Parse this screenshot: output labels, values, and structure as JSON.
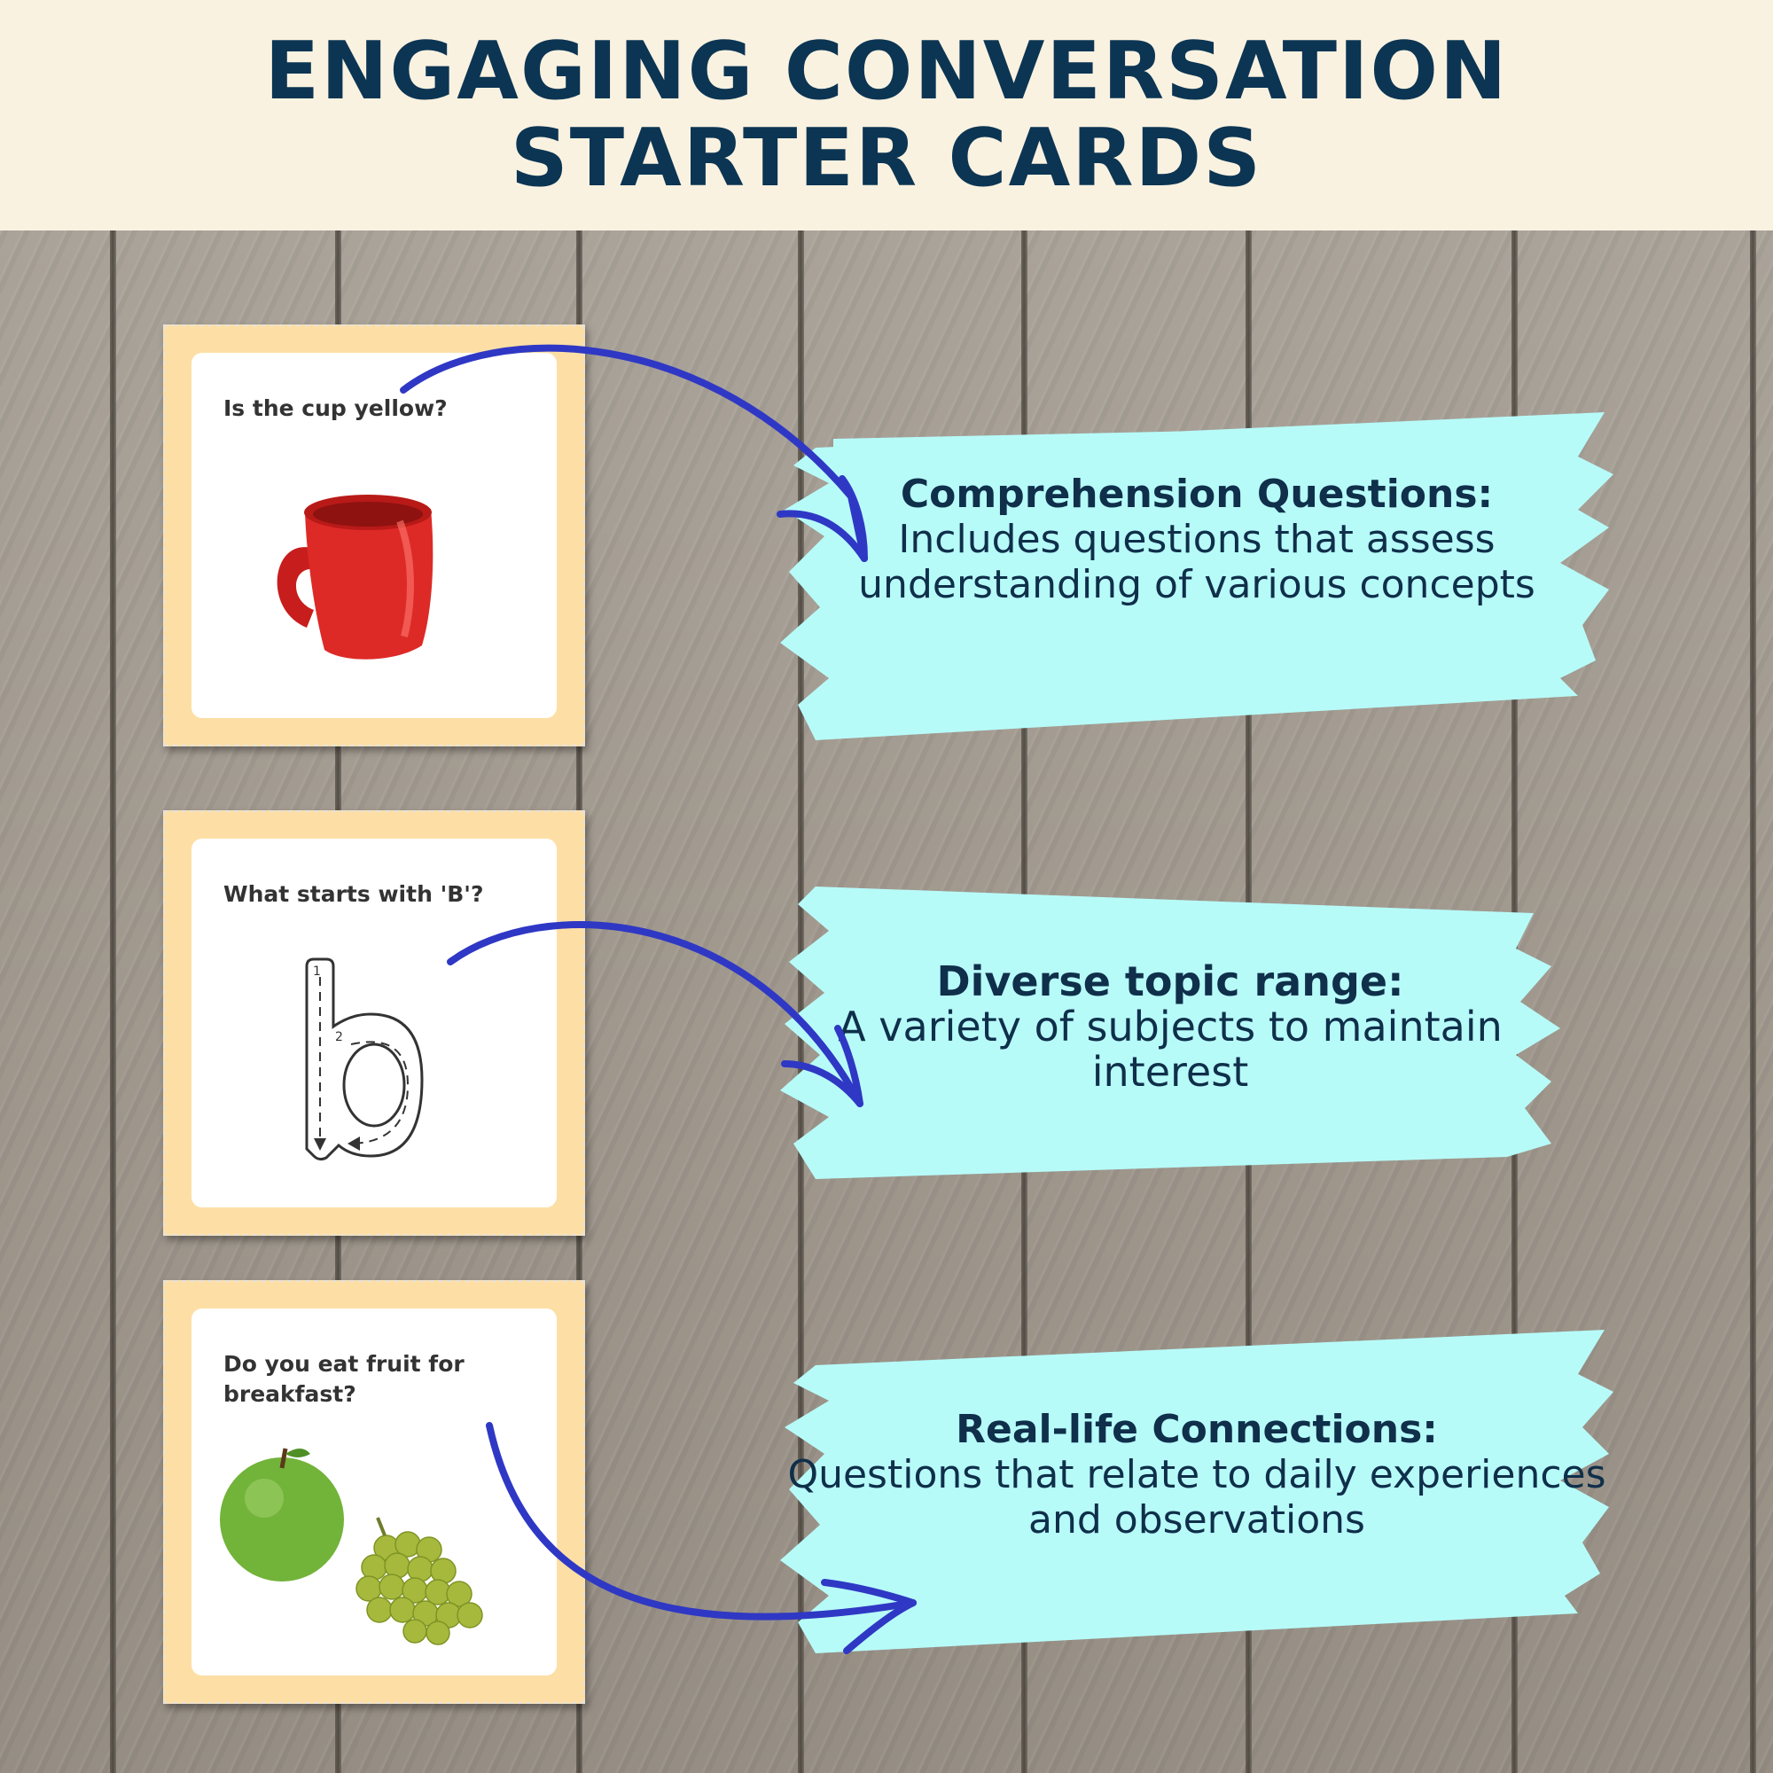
{
  "header": {
    "title_line1": "ENGAGING CONVERSATION",
    "title_line2": "STARTER CARDS"
  },
  "cards": [
    {
      "question": "Is the cup yellow?",
      "illustration": "red-mug"
    },
    {
      "question": "What starts with 'B'?",
      "illustration": "letter-b-tracing"
    },
    {
      "question": "Do you eat fruit for breakfast?",
      "illustration": "apple-and-grapes"
    }
  ],
  "letter_tracing": {
    "step1": "1",
    "step2": "2"
  },
  "callouts": [
    {
      "title": "Comprehension Questions:",
      "body": "Includes questions that assess understanding of various concepts"
    },
    {
      "title": "Diverse topic range:",
      "body": "A variety of subjects to maintain interest"
    },
    {
      "title": "Real-life Connections:",
      "body": "Questions that relate to daily experiences and observations"
    }
  ],
  "colors": {
    "header_bg": "#faf2e1",
    "title": "#0c3553",
    "card_border": "#fddfa6",
    "brush": "#b7fbf9",
    "arrow": "#2f38c4"
  }
}
